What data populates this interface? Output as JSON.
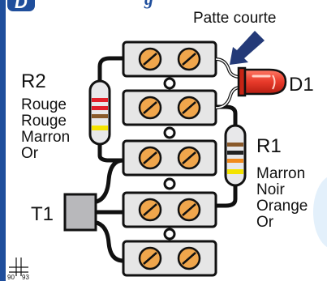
{
  "header": {
    "badge_letter": "D",
    "title_fragment": "g"
  },
  "callout": {
    "short_leg": "Patte courte"
  },
  "resistor_r2": {
    "ref": "R2",
    "bands": [
      "Rouge",
      "Rouge",
      "Marron",
      "Or"
    ],
    "band_colors": [
      "#e2202a",
      "#e2202a",
      "#8a5a2b",
      "#f4e300"
    ]
  },
  "resistor_r1": {
    "ref": "R1",
    "bands": [
      "Marron",
      "Noir",
      "Orange",
      "Or"
    ],
    "band_colors": [
      "#8a5a2b",
      "#222222",
      "#f08a1c",
      "#f4e300"
    ]
  },
  "led": {
    "ref": "D1",
    "color": "#e83a2a"
  },
  "transistor": {
    "ref": "T1"
  },
  "corner": {
    "left": "90",
    "right": "93"
  },
  "colors": {
    "frame_blue": "#1f4e9c",
    "arrow_navy": "#243a78",
    "terminal_fill": "#e6e6e6",
    "screw_orange": "#f0a64c",
    "glow": "#e3f0fb"
  },
  "icons": [
    "screw-icon",
    "arrow-icon",
    "led-icon",
    "grid-mark-icon"
  ]
}
